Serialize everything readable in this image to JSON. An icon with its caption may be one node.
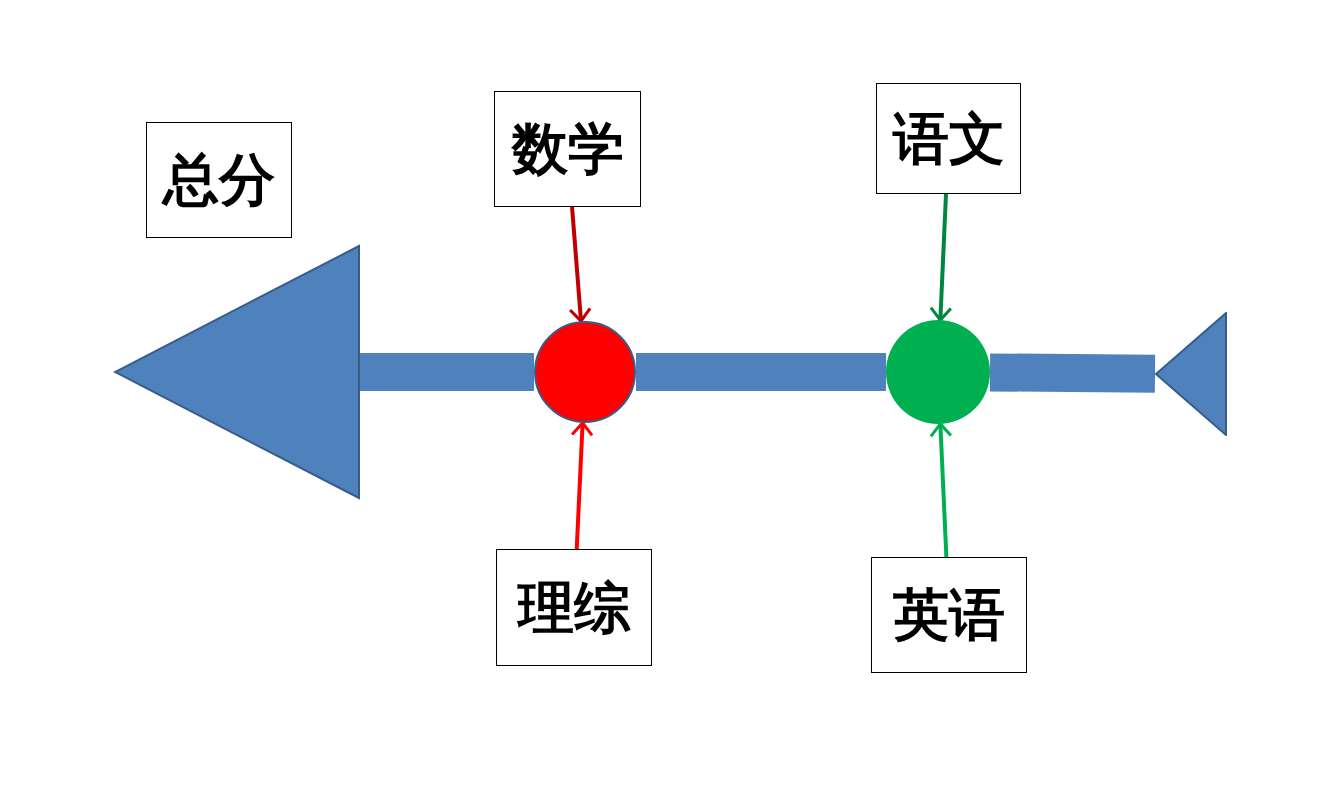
{
  "diagram": {
    "nodes": [
      {
        "text": [
          "总分"
        ]
      },
      {
        "text": [
          "数学"
        ]
      },
      {
        "text": [
          "语文"
        ]
      },
      {
        "text": [],
        "shape": "circle"
      },
      {
        "text": [],
        "shape": "circle"
      },
      {
        "text": [],
        "shape": "triangle"
      },
      {
        "text": [
          "理综"
        ]
      },
      {
        "text": [
          "英语"
        ]
      }
    ],
    "edges": [
      {
        "from": 1,
        "to": 3,
        "arrow": "to",
        "color": "#c00000"
      },
      {
        "from": 2,
        "to": 4,
        "arrow": "to",
        "color": "#00863d"
      },
      {
        "from": 5,
        "to": 4,
        "arrow": "none",
        "style": "thick",
        "color": "#4f81bd"
      },
      {
        "from": 4,
        "to": 3,
        "arrow": "none",
        "style": "thick",
        "color": "#4f81bd"
      },
      {
        "from": 3,
        "to": null,
        "arrow": "to",
        "style": "thick",
        "color": "#4f81bd"
      },
      {
        "from": 6,
        "to": 3,
        "arrow": "to",
        "color": "#ff0000"
      },
      {
        "from": 7,
        "to": 4,
        "arrow": "to",
        "color": "#00b050"
      }
    ]
  }
}
